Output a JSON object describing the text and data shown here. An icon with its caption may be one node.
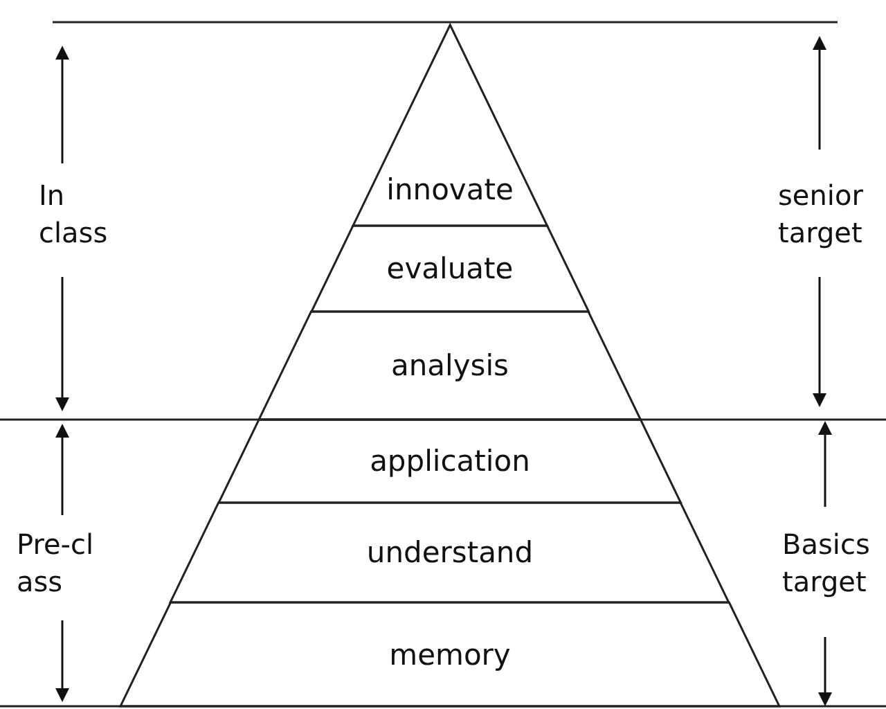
{
  "diagram": {
    "nodes": [
      {
        "text": [
          "innovate"
        ]
      },
      {
        "text": [
          "evaluate"
        ]
      },
      {
        "text": [
          "analysis"
        ]
      },
      {
        "text": [
          "application"
        ]
      },
      {
        "text": [
          "understand"
        ]
      },
      {
        "text": [
          "memory"
        ]
      }
    ],
    "labels": [
      "In class",
      "senior target",
      "Pre-cl ass",
      "Basics target"
    ]
  }
}
